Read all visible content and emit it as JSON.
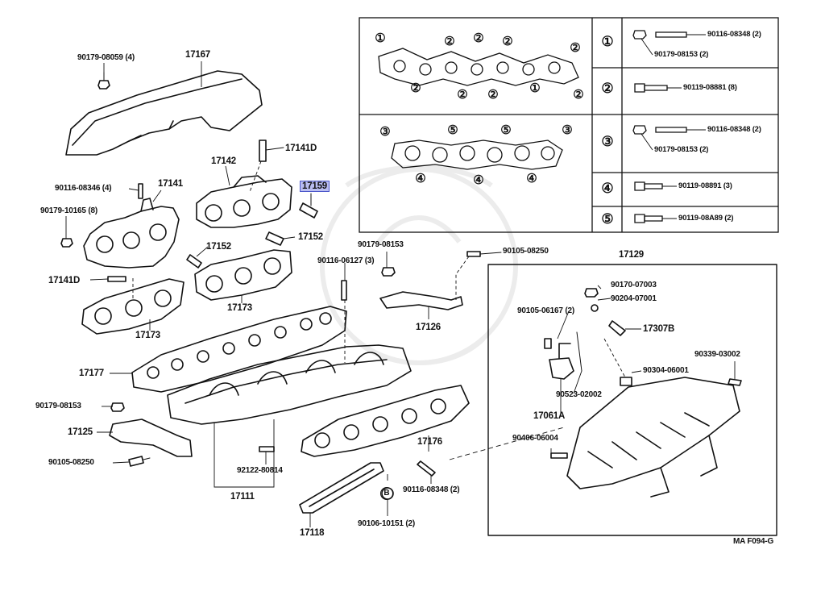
{
  "diagram": {
    "figure_code": "MA F094-G",
    "highlighted_part": "17159",
    "labels": {
      "p90179_08059": "90179-08059 (4)",
      "p17167": "17167",
      "p17141D_top": "17141D",
      "p17142": "17142",
      "p17159": "17159",
      "p90116_08346": "90116-08346 (4)",
      "p17141": "17141",
      "p90179_10165": "90179-10165 (8)",
      "p17152_a": "17152",
      "p17152_b": "17152",
      "p17141D_left": "17141D",
      "p17173_a": "17173",
      "p17173_b": "17173",
      "p90179_08153_top": "90179-08153",
      "p90116_06127": "90116-06127 (3)",
      "p90105_08250_top": "90105-08250",
      "p17129": "17129",
      "p17126": "17126",
      "p17177": "17177",
      "p90179_08153_left": "90179-08153",
      "p17125": "17125",
      "p90105_08250_left": "90105-08250",
      "p92122_80814": "92122-80814",
      "p17111": "17111",
      "p17118": "17118",
      "p90116_08348": "90116-08348 (2)",
      "p90106_10151": "90106-10151 (2)",
      "p17176": "17176",
      "p90406_06004": "90406-06004",
      "p90170_07003": "90170-07003",
      "p90204_07001": "90204-07001",
      "p90105_06167": "90105-06167 (2)",
      "p17307B": "17307B",
      "p90523_02002": "90523-02002",
      "p17061A": "17061A",
      "p90304_06001": "90304-06001",
      "p90339_03002": "90339-03002",
      "pB": "B"
    },
    "gasket_top_numbers": [
      "①",
      "②",
      "②",
      "②",
      "②",
      "②",
      "①",
      "②"
    ],
    "gasket_bottom_numbers": [
      "③",
      "⑤",
      "⑤",
      "③",
      "④",
      "④",
      "④"
    ],
    "legend": {
      "rows": [
        {
          "marker": "①",
          "items": [
            "90116-08348 (2)",
            "90179-08153 (2)"
          ]
        },
        {
          "marker": "②",
          "items": [
            "90119-08881 (8)"
          ]
        },
        {
          "marker": "③",
          "items": [
            "90116-08348 (2)",
            "90179-08153 (2)"
          ]
        },
        {
          "marker": "④",
          "items": [
            "90119-08891 (3)"
          ]
        },
        {
          "marker": "⑤",
          "items": [
            "90119-08A89 (2)"
          ]
        }
      ]
    },
    "colors": {
      "line": "#111111",
      "highlight_fill": "#b9bdf0",
      "highlight_border": "#4b56c9",
      "watermark": "#ececec"
    }
  }
}
